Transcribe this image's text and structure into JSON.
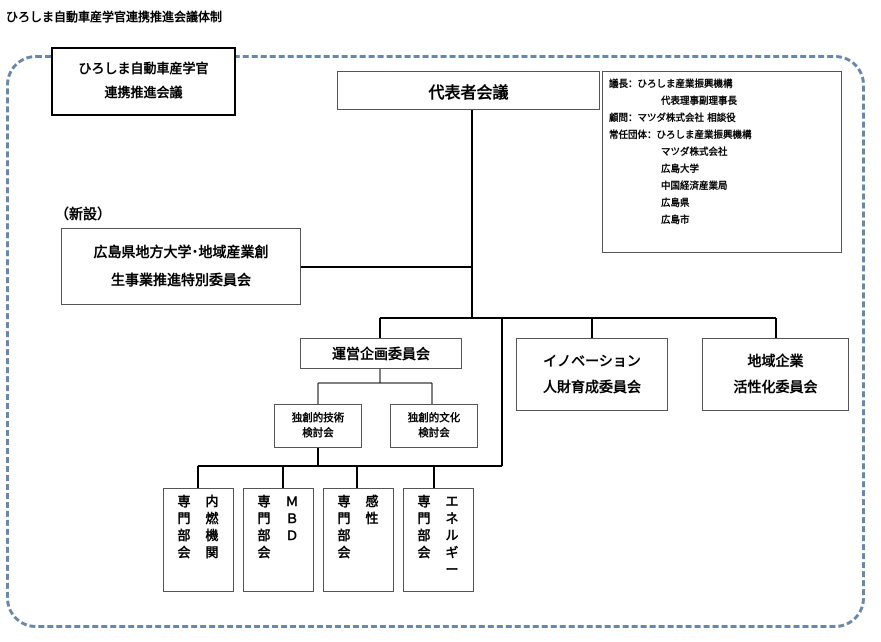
{
  "page_title": "ひろしま自動車産学官連携推進会議体制",
  "org_label": {
    "line1": "ひろしま自動車産学官",
    "line2": "連携推進会議"
  },
  "representatives": "代表者会議",
  "info": {
    "lines": [
      "議長：ひろしま産業振興機構",
      "代表理事副理事長",
      "顧問：マツダ株式会社 相談役",
      "常任団体：ひろしま産業振興機構",
      "マツダ株式会社",
      "広島大学",
      "中国経済産業局",
      "広島県",
      "広島市"
    ]
  },
  "new_label": "（新設）",
  "special_committee": {
    "line1": "広島県地方大学･地域産業創",
    "line2": "生事業推進特別委員会"
  },
  "planning": "運営企画委員会",
  "innovation": {
    "line1": "イノベーション",
    "line2": "人財育成委員会"
  },
  "regional": {
    "line1": "地域企業",
    "line2": "活性化委員会"
  },
  "tech_study": {
    "line1": "独創的技術",
    "line2": "検討会"
  },
  "culture_study": {
    "line1": "独創的文化",
    "line2": "検討会"
  },
  "subcommittees": [
    {
      "col_a": "専門部会",
      "col_b": "内燃機関"
    },
    {
      "col_a": "専門部会",
      "col_b": "ＭＢＤ"
    },
    {
      "col_a": "専門部会",
      "col_b": "感性"
    },
    {
      "col_a": "専門部会",
      "col_b": "エネルギー"
    }
  ]
}
